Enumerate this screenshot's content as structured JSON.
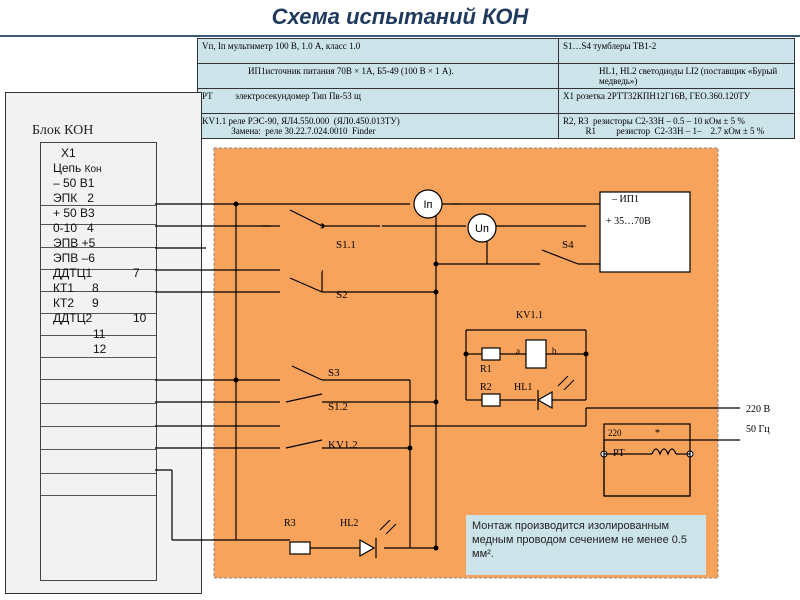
{
  "title": "Схема испытаний КОН",
  "legend": {
    "rows": [
      [
        "Vп, Iп    мультиметр  100 В,  1.0 А, класс 1.0",
        "S1…S4  тумблеры ТВ1-2"
      ],
      [
        "ИП1источник питания  70В × 1А, Б5-49 (100 В × 1 А).",
        "HL1, HL2 светодиоды  LI2  (поставщик «Бурый медведь»)"
      ],
      [
        "РТ          электросекундомер Тип Пв-53 щ",
        "X1 розетка 2РТТ32КПН12Г16В, ГЕО.360.120ТУ"
      ],
      [
        "KV1.1 реле РЭС-90, ЯЛ4.550.000  (ЯЛ0.450.013ТУ)\n             Замена:  реле 30.22.7.024.0010  Finder",
        "R2, R3  резисторы С2-33Н – 0.5 – 10 кОм ± 5 %\n          R1         резистор  С2-33Н – 1–    2.7 кОм ± 5 %"
      ]
    ]
  },
  "block": {
    "label": "Блок  КОН",
    "connector_title": "Х1",
    "pins": [
      {
        "name": "Цепь",
        "sub": "Кон",
        "num": ""
      },
      {
        "name": "– 50 В",
        "num": "1"
      },
      {
        "name": "ЭПК",
        "num": "2"
      },
      {
        "name": "+ 50 В",
        "num": "3"
      },
      {
        "name": "0-10",
        "num": "4"
      },
      {
        "name": "ЭПВ +",
        "num": "5"
      },
      {
        "name": "ЭПВ –",
        "num": "6"
      },
      {
        "name": "ДДТЦ1",
        "num": "7"
      },
      {
        "name": "КТ1",
        "num": "8"
      },
      {
        "name": "КТ2",
        "num": "9"
      },
      {
        "name": "ДДТЦ2",
        "num": "10"
      },
      {
        "name": "",
        "num": "11"
      },
      {
        "name": "",
        "num": "12"
      }
    ]
  },
  "components": {
    "ip": "Iп",
    "up": "Uп",
    "s1_1": "S1.1",
    "s2": "S2",
    "s3": "S3",
    "s1_2": "S1.2",
    "kv1_2": "KV1.2",
    "s4": "S4",
    "kv1_1": "KV1.1",
    "relay_a": "a",
    "relay_b": "b",
    "r1": "R1",
    "r2": "R2",
    "hl1": "HL1",
    "r3": "R3",
    "hl2": "HL2",
    "ip1_title": "–  ИП1",
    "ip1_value": "+ 35…70В",
    "pt_220": "220",
    "pt_star": "*",
    "pt": "PT",
    "mains_voltage": "220 В",
    "mains_freq": "50 Гц"
  },
  "note": "Монтаж производится изолированным медным проводом сечением не менее 0.5 мм².",
  "colors": {
    "orange_panel": "#f7a35c",
    "panel_border": "#8a8a8a",
    "legend_bg": "#cde3ea",
    "title": "#1f3a5c"
  }
}
